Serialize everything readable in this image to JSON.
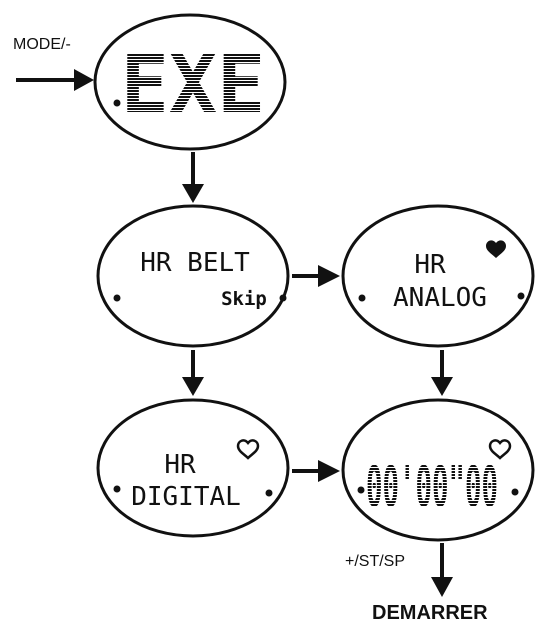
{
  "labels": {
    "mode_button": "MODE/-",
    "start_stop_button": "+/ST/SP",
    "final_action": "DEMARRER"
  },
  "screens": {
    "exe": {
      "text": "EXE"
    },
    "hr_belt": {
      "line1": "HR BELT",
      "hint": "Skip"
    },
    "hr_analog": {
      "line1": "HR",
      "line2": "ANALOG",
      "icon": "heart-icon"
    },
    "hr_digital": {
      "line1": "HR",
      "line2": "DIGITAL",
      "icon": "heart-icon"
    },
    "chrono": {
      "digits": "00'00\"00",
      "icon": "heart-icon"
    }
  },
  "colors": {
    "ink": "#111111",
    "background": "#ffffff"
  }
}
